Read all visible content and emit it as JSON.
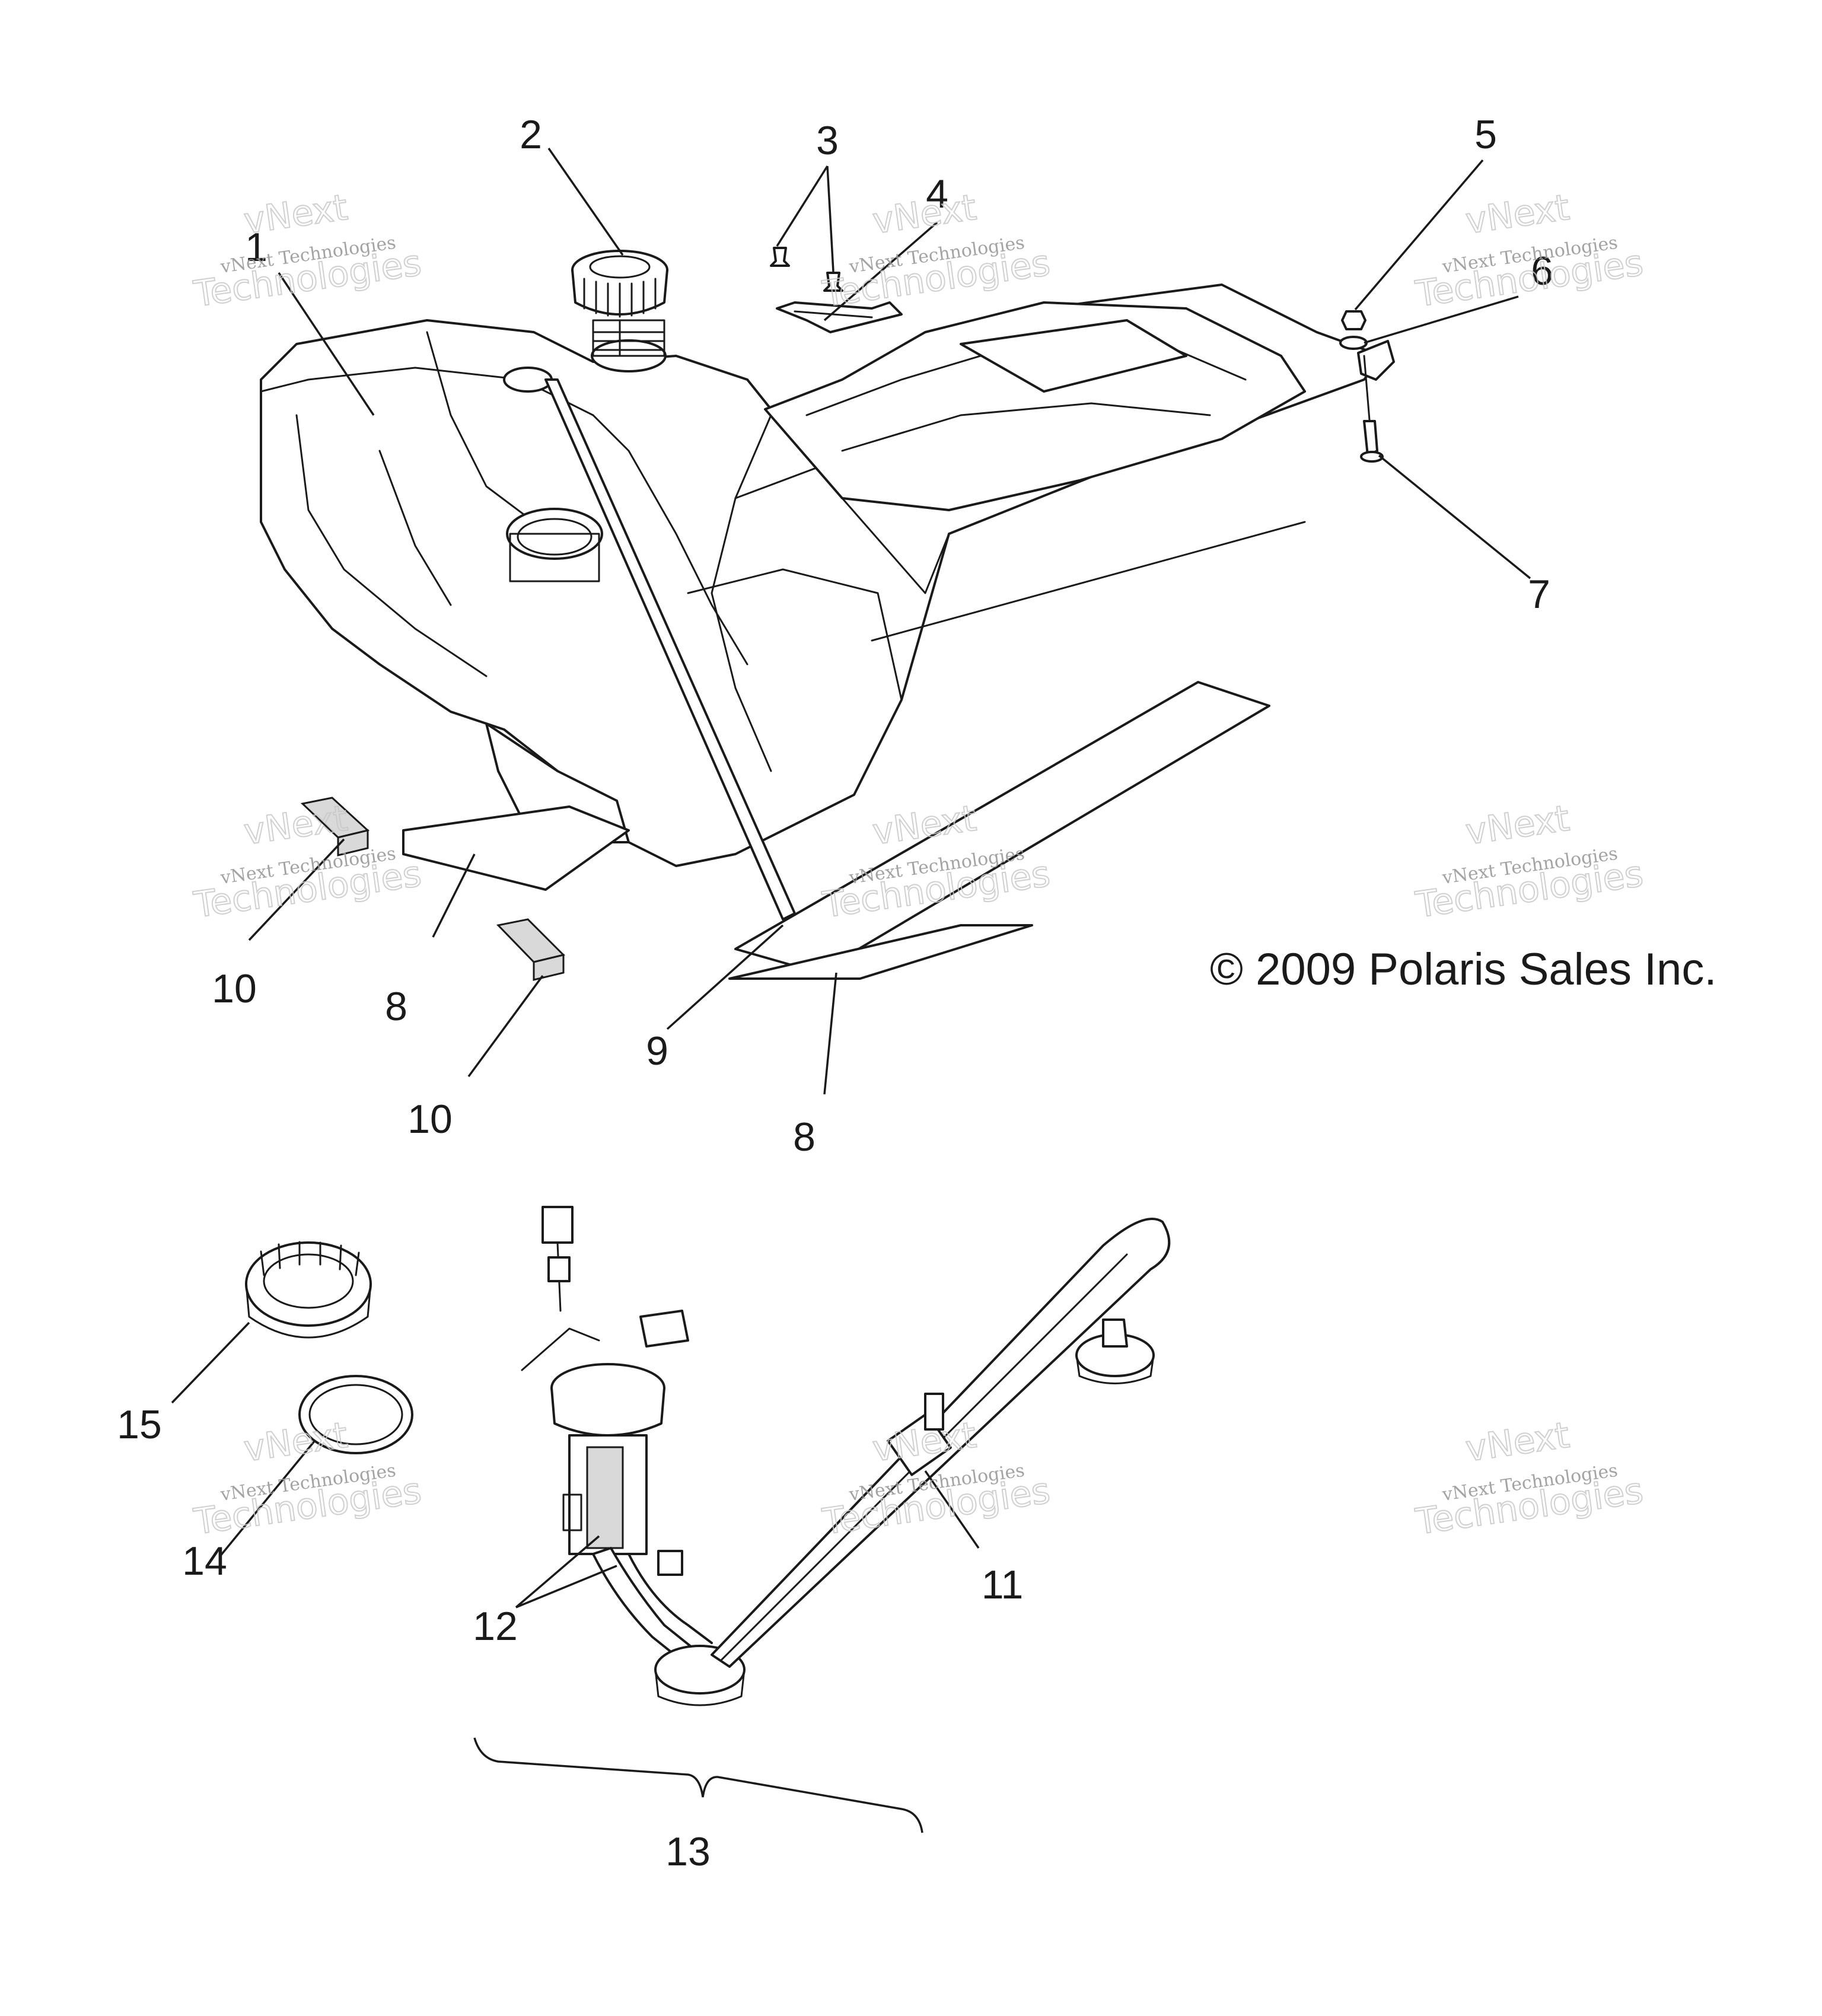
{
  "diagram": {
    "callouts": [
      "1",
      "2",
      "3",
      "4",
      "5",
      "6",
      "7",
      "8",
      "8",
      "9",
      "10",
      "10",
      "11",
      "12",
      "13",
      "14",
      "15"
    ],
    "copyright": "© 2009 Polaris Sales Inc.",
    "watermark": {
      "line1": "vNext Technologies",
      "line2": "vNext",
      "line3": "Technologies"
    },
    "colors": {
      "ink": "#1a1a1a",
      "watermark": "#9a9a9a"
    }
  }
}
